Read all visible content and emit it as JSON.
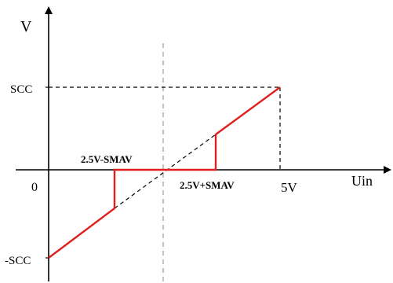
{
  "diagram": {
    "labels": {
      "y_axis": "V",
      "x_axis": "Uin",
      "origin": "0",
      "scc": "SCC",
      "neg_scc": "-SCC",
      "five_v": "5V",
      "lower_threshold": "2.5V-SMAV",
      "upper_threshold": "2.5V+SMAV"
    },
    "colors": {
      "axis": "#000000",
      "transfer_curve": "#e02020",
      "dashed_reference": "#000000",
      "center_guide": "#999999"
    }
  }
}
